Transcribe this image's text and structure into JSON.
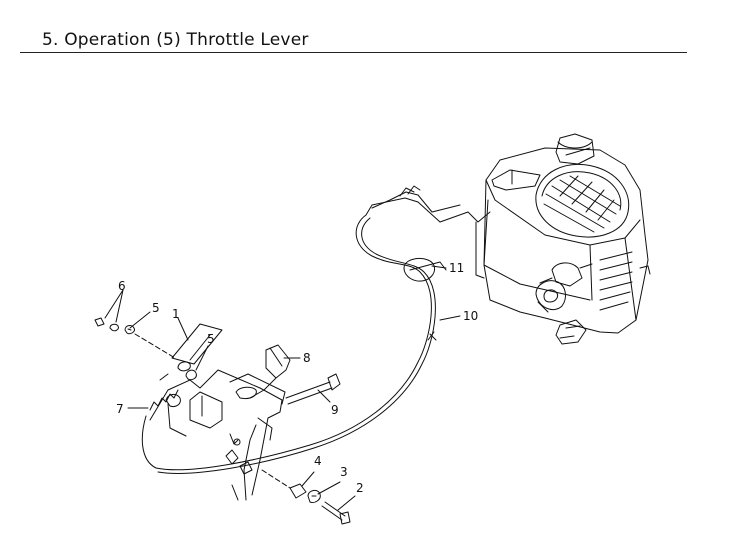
{
  "header": {
    "title": "5. Operation (5) Throttle Lever"
  },
  "callouts": [
    {
      "id": "1",
      "label": "1"
    },
    {
      "id": "2",
      "label": "2"
    },
    {
      "id": "3",
      "label": "3"
    },
    {
      "id": "4",
      "label": "4"
    },
    {
      "id": "5a",
      "label": "5"
    },
    {
      "id": "5b",
      "label": "5"
    },
    {
      "id": "6",
      "label": "6"
    },
    {
      "id": "7",
      "label": "7"
    },
    {
      "id": "8",
      "label": "8"
    },
    {
      "id": "9",
      "label": "9"
    },
    {
      "id": "10",
      "label": "10"
    },
    {
      "id": "11",
      "label": "11"
    }
  ]
}
